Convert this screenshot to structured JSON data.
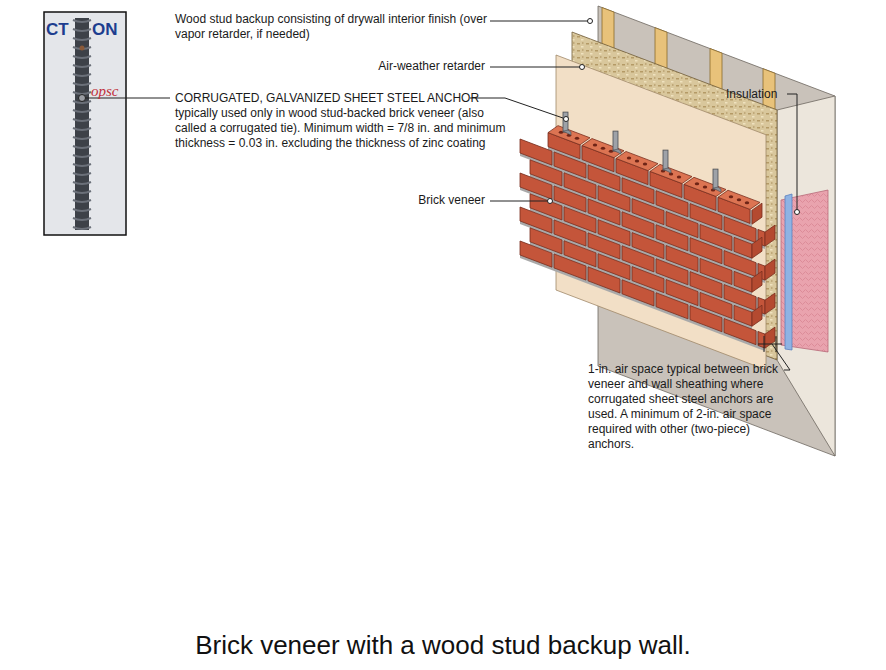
{
  "diagram": {
    "caption": "Brick veneer with a wood stud backup wall.",
    "labels": [
      "Wood stud backup consisting of drywall interior finish (over vapor retarder, if needed)",
      "Air-weather retarder",
      "CORRUGATED, GALVANIZED SHEET STEEL ANCHOR typically used only in wood stud-backed brick veneer (also called a corrugated tie). Minimum width = 7/8 in. and minimum thickness = 0.03 in. excluding the thickness of zinc coating",
      "Brick veneer",
      "Insulation",
      "1-in. air space typical between brick veneer and wall sheathing where corrugated sheet steel anchors are used. A minimum of 2-in. air space required with other (two-piece) anchors.",
      "CT",
      "ON",
      "opsc"
    ]
  }
}
